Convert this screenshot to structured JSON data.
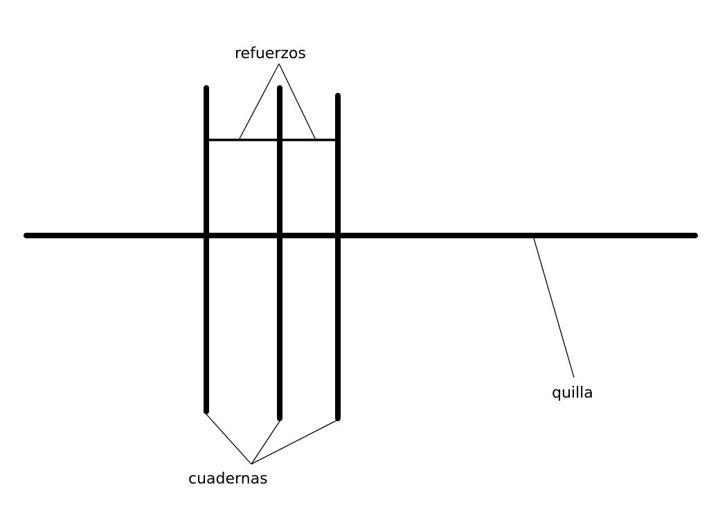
{
  "labels": {
    "refuerzos": "refuerzos",
    "quilla": "quilla",
    "cuadernas": "cuadernas"
  },
  "colors": {
    "stroke": "#000000",
    "background": "#ffffff"
  }
}
